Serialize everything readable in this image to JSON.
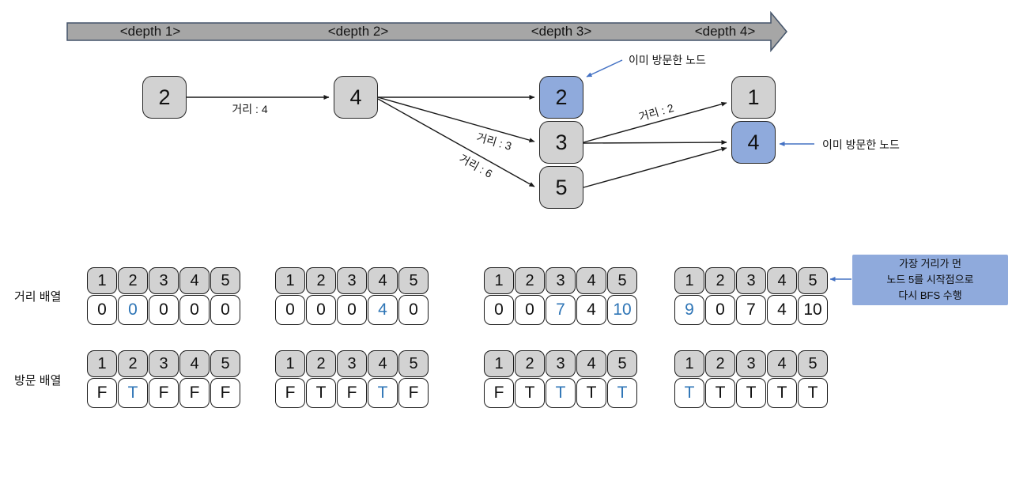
{
  "depth_bar": {
    "labels": [
      "<depth 1>",
      "<depth 2>",
      "<depth 3>",
      "<depth 4>"
    ]
  },
  "graph": {
    "nodes": [
      {
        "id": "depth1-2",
        "label": "2",
        "color": "gray",
        "visited_highlight": false
      },
      {
        "id": "depth2-4",
        "label": "4",
        "color": "gray",
        "visited_highlight": false
      },
      {
        "id": "depth3-2",
        "label": "2",
        "color": "blue",
        "visited_highlight": true
      },
      {
        "id": "depth3-3",
        "label": "3",
        "color": "gray",
        "visited_highlight": false
      },
      {
        "id": "depth3-5",
        "label": "5",
        "color": "gray",
        "visited_highlight": false
      },
      {
        "id": "depth4-1",
        "label": "1",
        "color": "gray",
        "visited_highlight": false
      },
      {
        "id": "depth4-4",
        "label": "4",
        "color": "blue",
        "visited_highlight": true
      }
    ],
    "edges": [
      {
        "from": "depth1-2",
        "to": "depth2-4",
        "label": "거리 : 4"
      },
      {
        "from": "depth2-4",
        "to": "depth3-2",
        "label": ""
      },
      {
        "from": "depth2-4",
        "to": "depth3-3",
        "label": "거리 : 3"
      },
      {
        "from": "depth2-4",
        "to": "depth3-5",
        "label": "거리 : 6"
      },
      {
        "from": "depth3-3",
        "to": "depth4-1",
        "label": "거리 : 2"
      },
      {
        "from": "depth3-3",
        "to": "depth4-4",
        "label": ""
      },
      {
        "from": "depth3-5",
        "to": "depth4-4",
        "label": ""
      }
    ],
    "annotations": [
      {
        "text": "이미 방문한 노드",
        "points_to": "depth3-2"
      },
      {
        "text": "이미 방문한 노드",
        "points_to": "depth4-4"
      }
    ]
  },
  "callout": {
    "text": "가장 거리가 먼\n노드 5를 시작점으로\n다시 BFS 수행",
    "points_to": "distance-array-group-4-index-5"
  },
  "arrays": {
    "headers": [
      "1",
      "2",
      "3",
      "4",
      "5"
    ],
    "distance": {
      "label": "거리 배열",
      "groups": [
        {
          "values": [
            "0",
            "0",
            "0",
            "0",
            "0"
          ],
          "blue": [
            1
          ]
        },
        {
          "values": [
            "0",
            "0",
            "0",
            "4",
            "0"
          ],
          "blue": [
            3
          ]
        },
        {
          "values": [
            "0",
            "0",
            "7",
            "4",
            "10"
          ],
          "blue": [
            2,
            4
          ]
        },
        {
          "values": [
            "9",
            "0",
            "7",
            "4",
            "10"
          ],
          "blue": [
            0
          ]
        }
      ]
    },
    "visited": {
      "label": "방문 배열",
      "groups": [
        {
          "values": [
            "F",
            "T",
            "F",
            "F",
            "F"
          ],
          "blue": [
            1
          ]
        },
        {
          "values": [
            "F",
            "T",
            "F",
            "T",
            "F"
          ],
          "blue": [
            3
          ]
        },
        {
          "values": [
            "F",
            "T",
            "T",
            "T",
            "T"
          ],
          "blue": [
            2,
            4
          ]
        },
        {
          "values": [
            "T",
            "T",
            "T",
            "T",
            "T"
          ],
          "blue": [
            0
          ]
        }
      ]
    }
  },
  "colors": {
    "bar_fill": "#A6A6A6",
    "bar_border": "#44546A",
    "node_gray": "#D2D2D2",
    "node_blue": "#8FAADC",
    "cell_header_gray": "#D2D2D2",
    "accent_text_blue": "#2E75B6",
    "annotation_arrow_blue": "#4472C4",
    "edge_black": "#1A1A1A",
    "callout_fill": "#8FAADC"
  }
}
